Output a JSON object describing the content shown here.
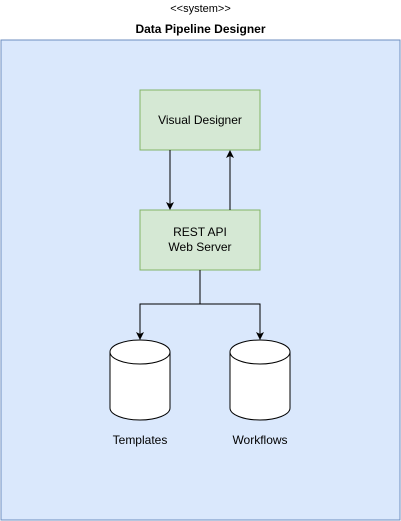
{
  "system": {
    "stereotype": "<<system>>",
    "title": "Data Pipeline Designer",
    "fill": "#dae8fc",
    "stroke": "#6c8ebf"
  },
  "components": {
    "fill": "#d5e8d4",
    "stroke": "#82b366",
    "visual_designer": {
      "label": "Visual Designer"
    },
    "rest_api": {
      "line1": "REST API",
      "line2": "Web Server"
    }
  },
  "stores": {
    "fill": "#ffffff",
    "stroke": "#000000",
    "templates": {
      "label": "Templates"
    },
    "workflows": {
      "label": "Workflows"
    }
  }
}
